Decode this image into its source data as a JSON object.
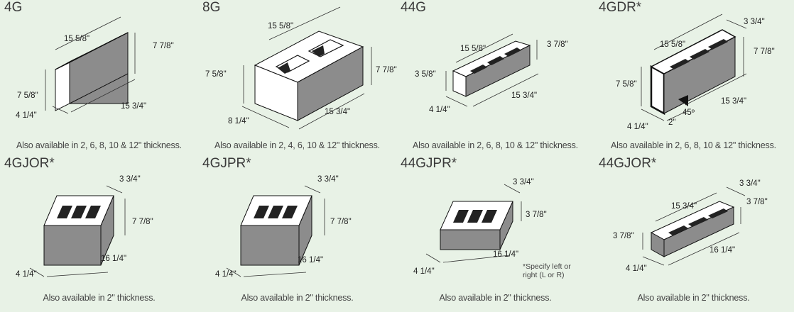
{
  "blocks": [
    {
      "name": "4G",
      "dims": {
        "length_top": "15 5/8\"",
        "height_right": "7 7/8\"",
        "height_left": "7 5/8\"",
        "width": "4 1/4\"",
        "length_bottom": "15 3/4\""
      },
      "caption": "Also available in 2, 6, 8, 10 & 12\" thickness."
    },
    {
      "name": "8G",
      "dims": {
        "length_top": "15 5/8\"",
        "height_right": "7 7/8\"",
        "height_left": "7 5/8\"",
        "width": "8 1/4\"",
        "length_bottom": "15 3/4\""
      },
      "caption": "Also available in 2, 4, 6, 10 & 12\" thickness."
    },
    {
      "name": "44G",
      "dims": {
        "length_top": "15 5/8\"",
        "height_right": "3 7/8\"",
        "height_left": "3 5/8\"",
        "width": "4 1/4\"",
        "length_bottom": "15 3/4\""
      },
      "caption": "Also available in 2, 6, 8, 10 & 12\" thickness."
    },
    {
      "name": "4GDR*",
      "dims": {
        "depth_top": "3 3/4\"",
        "length_top": "15 5/8\"",
        "height_right": "7 7/8\"",
        "height_left": "7 5/8\"",
        "length_bottom": "15 3/4\"",
        "angle": "45º",
        "notch": "2\"",
        "width": "4 1/4\""
      },
      "caption": "Also available in 2, 6, 8, 10 & 12\" thickness."
    },
    {
      "name": "4GJOR*",
      "dims": {
        "depth_top": "3 3/4\"",
        "height_right": "7 7/8\"",
        "length_bottom": "16 1/4\"",
        "width": "4 1/4\""
      },
      "caption": "Also available in 2\" thickness."
    },
    {
      "name": "4GJPR*",
      "dims": {
        "depth_top": "3 3/4\"",
        "height_right": "7 7/8\"",
        "length_bottom": "16 1/4\"",
        "width": "4 1/4\""
      },
      "caption": "Also available in 2\" thickness."
    },
    {
      "name": "44GJPR*",
      "dims": {
        "depth_top": "3 3/4\"",
        "height_right": "3 7/8\"",
        "length_bottom": "16 1/4\"",
        "width": "4 1/4\""
      },
      "note": [
        "*Specify left or",
        "right (L or R)"
      ],
      "caption": "Also available in 2\" thickness."
    },
    {
      "name": "44GJOR*",
      "dims": {
        "depth_top": "3 3/4\"",
        "length_top": "15 3/4\"",
        "height_right": "3 7/8\"",
        "height_left": "3 7/8\"",
        "length_bottom": "16 1/4\"",
        "width": "4 1/4\""
      },
      "caption": "Also available in 2\" thickness."
    }
  ]
}
